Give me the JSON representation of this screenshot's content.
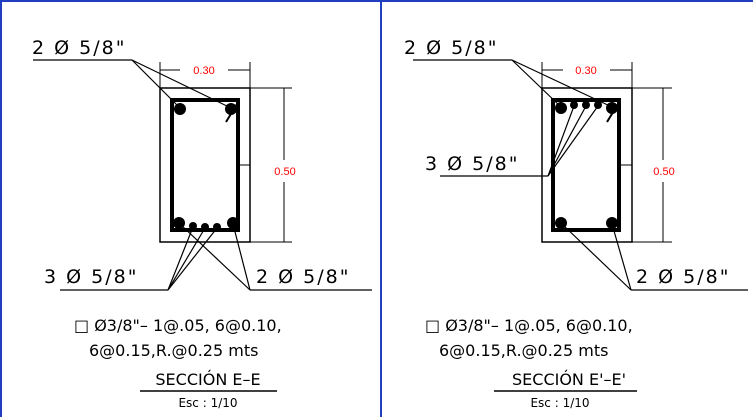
{
  "colors": {
    "frame": "#1f3fbf",
    "lines": "#000000",
    "dimension_text": "#ff0000",
    "background": "#ffffff"
  },
  "sections": [
    {
      "top_bars_label": "2 Ø 5/8\"",
      "bottom_left_label": "3 Ø 5/8\"",
      "bottom_right_label": "2 Ø 5/8\"",
      "width_dim": "0.30",
      "height_dim": "0.50",
      "stirrup_line1": "□ Ø3/8\"– 1@.05, 6@0.10,",
      "stirrup_line2": "6@0.15,R.@0.25 mts",
      "title": "SECCIÓN E–E",
      "scale": "Esc : 1/10"
    },
    {
      "top_bars_label": "2 Ø 5/8\"",
      "middle_bars_label": "3 Ø 5/8\"",
      "bottom_right_label": "2 Ø 5/8\"",
      "width_dim": "0.30",
      "height_dim": "0.50",
      "stirrup_line1": "□ Ø3/8\"– 1@.05, 6@0.10,",
      "stirrup_line2": "6@0.15,R.@0.25 mts",
      "title": "SECCIÓN E'–E'",
      "scale": "Esc : 1/10"
    }
  ]
}
